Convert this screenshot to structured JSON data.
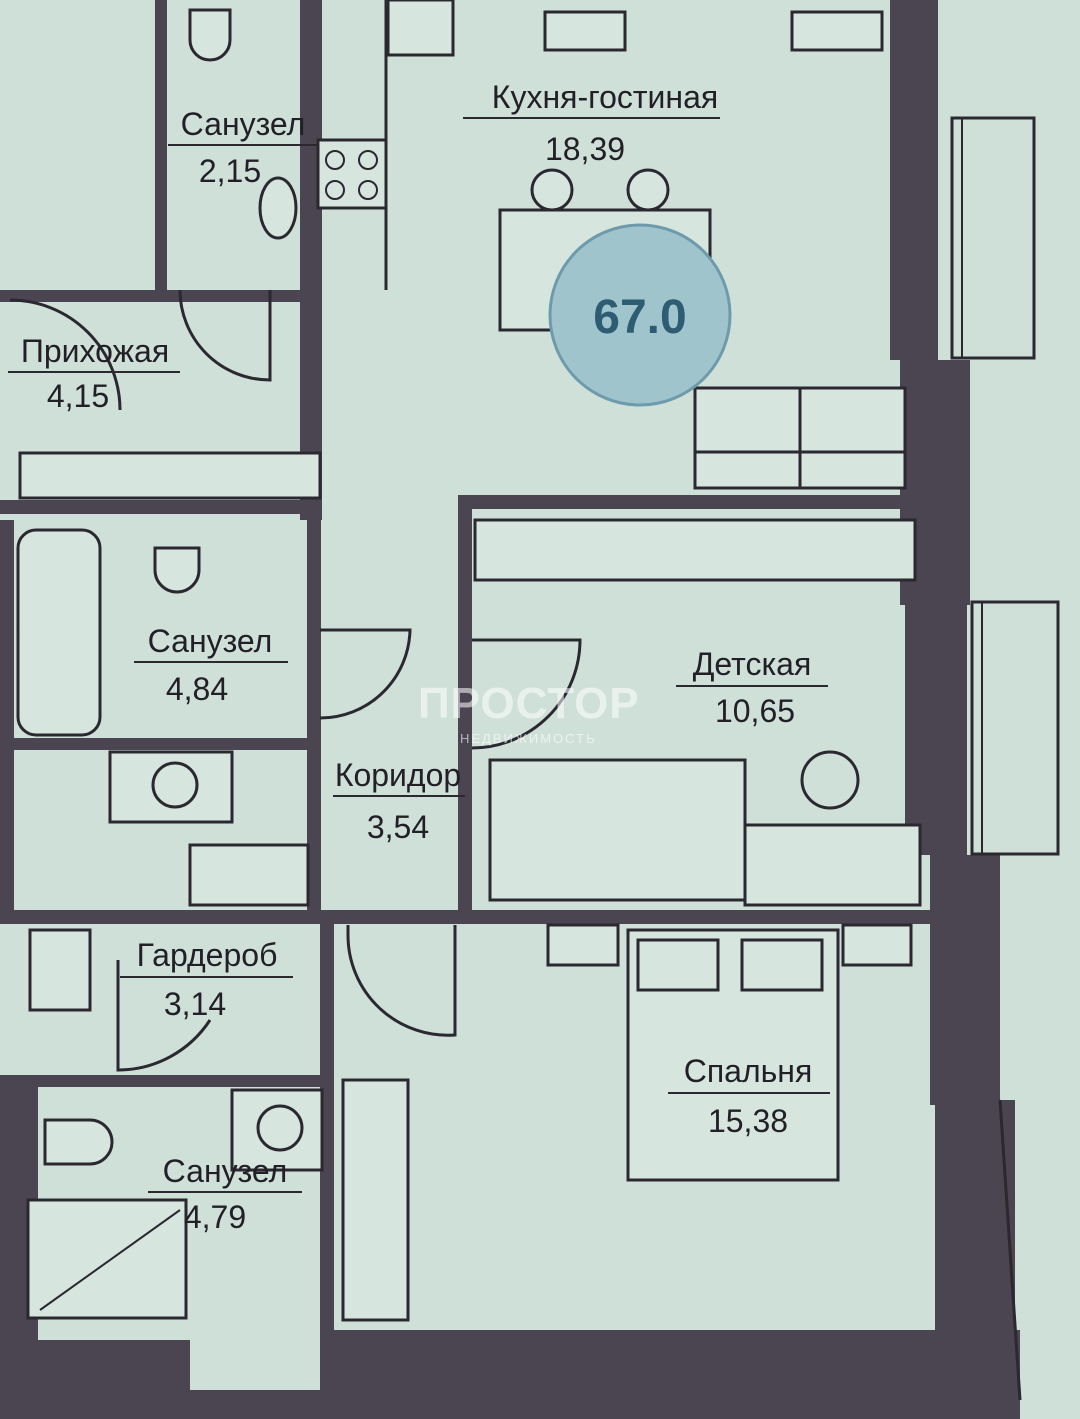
{
  "total_area": "67.0",
  "watermark": {
    "brand": "ПРОСТОР",
    "tagline": "НЕДВИЖИМОСТЬ"
  },
  "rooms": {
    "kitchen": {
      "name": "Кухня-гостиная",
      "area": "18,39"
    },
    "bath_top": {
      "name": "Санузел",
      "area": "2,15"
    },
    "hall": {
      "name": "Прихожая",
      "area": "4,15"
    },
    "bath_mid": {
      "name": "Санузел",
      "area": "4,84"
    },
    "corridor": {
      "name": "Коридор",
      "area": "3,54"
    },
    "kids": {
      "name": "Детская",
      "area": "10,65"
    },
    "wardrobe": {
      "name": "Гардероб",
      "area": "3,14"
    },
    "bedroom": {
      "name": "Спальня",
      "area": "15,38"
    },
    "bath_low": {
      "name": "Санузел",
      "area": "4,79"
    }
  },
  "colors": {
    "wall": "#4a4550",
    "floor": "#cfe0d9",
    "badge": "#9fc4cc",
    "badge_text": "#2e5c73"
  }
}
